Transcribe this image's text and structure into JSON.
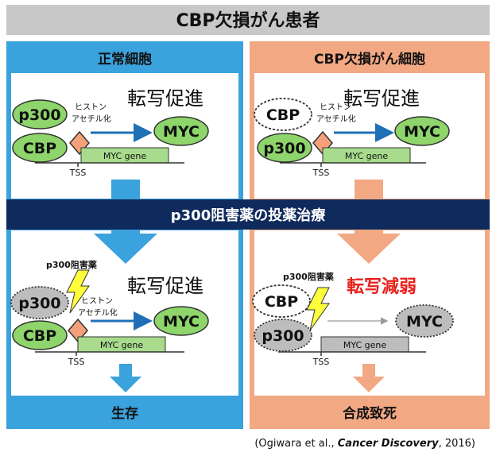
{
  "title": "CBP欠損がん患者",
  "left_panel": {
    "header": "正常細胞",
    "footer": "生存",
    "top": {
      "protein_upper": "p300",
      "protein_lower": "CBP",
      "modification_line1": "ヒストン",
      "modification_line2": "アセチル化",
      "target": "MYC",
      "gene": "MYC gene",
      "tss": "TSS",
      "status": "転写促進"
    },
    "bottom": {
      "inhibitor": "p300阻害薬",
      "protein_upper": "p300",
      "protein_lower": "CBP",
      "modification_line1": "ヒストン",
      "modification_line2": "アセチル化",
      "target": "MYC",
      "gene": "MYC gene",
      "tss": "TSS",
      "status": "転写促進"
    }
  },
  "right_panel": {
    "header": "CBP欠損がん細胞",
    "footer": "合成致死",
    "top": {
      "protein_upper": "CBP",
      "protein_lower": "p300",
      "modification_line1": "ヒストン",
      "modification_line2": "アセチル化",
      "target": "MYC",
      "gene": "MYC gene",
      "tss": "TSS",
      "status": "転写促進"
    },
    "bottom": {
      "inhibitor": "p300阻害薬",
      "protein_upper": "CBP",
      "protein_lower": "p300",
      "target": "MYC",
      "gene": "MYC gene",
      "tss": "TSS",
      "status": "転写減弱"
    }
  },
  "treatment_banner": "p300阻害薬の投薬治療",
  "citation": {
    "prefix": "(Ogiwara et al., ",
    "journal": "Cancer Discovery",
    "suffix": ", 2016)"
  },
  "colors": {
    "left_blue": "#3aa2dc",
    "right_orange": "#f2a883",
    "banner_navy": "#0f2a5c",
    "title_gray": "#c8c8c8",
    "protein_green": "#8ed56b",
    "gene_green": "#a8dc8c",
    "diamond": "#f4a07a",
    "arrow_blue": "#1f6fb7",
    "inhibited_gray": "#bdbdbd",
    "reduced_red": "#e8201c",
    "bolt_yellow": "#ffff3c"
  }
}
